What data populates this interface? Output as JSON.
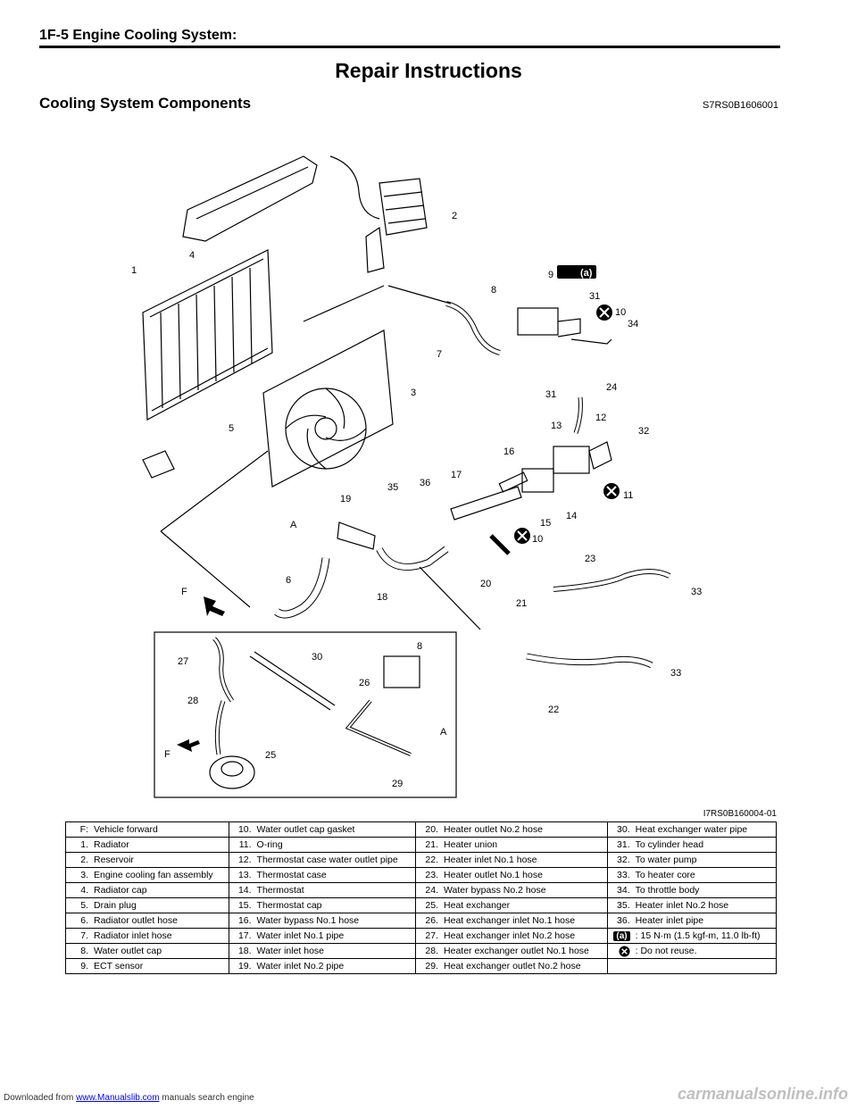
{
  "header": {
    "section_title": "1F-5   Engine Cooling System:"
  },
  "page_title": "Repair Instructions",
  "section": {
    "title": "Cooling System Components",
    "code": "S7RS0B1606001"
  },
  "figure": {
    "id": "I7RS0B160004-01",
    "callouts": [
      "1",
      "2",
      "3",
      "4",
      "5",
      "6",
      "7",
      "8",
      "9",
      "10",
      "31",
      "34",
      "24",
      "31",
      "12",
      "32",
      "13",
      "16",
      "17",
      "36",
      "35",
      "11",
      "19",
      "14",
      "15",
      "10",
      "A",
      "23",
      "20",
      "21",
      "33",
      "F",
      "18",
      "8",
      "27",
      "30",
      "26",
      "28",
      "A",
      "22",
      "33",
      "F",
      "25",
      "29"
    ],
    "torque_label": "(a)"
  },
  "legend": {
    "rows": [
      [
        [
          "F:",
          "Vehicle forward"
        ],
        [
          "10.",
          "Water outlet cap gasket"
        ],
        [
          "20.",
          "Heater outlet No.2 hose"
        ],
        [
          "30.",
          "Heat exchanger water pipe"
        ]
      ],
      [
        [
          "1.",
          "Radiator"
        ],
        [
          "11.",
          "O-ring"
        ],
        [
          "21.",
          "Heater union"
        ],
        [
          "31.",
          "To cylinder head"
        ]
      ],
      [
        [
          "2.",
          "Reservoir"
        ],
        [
          "12.",
          "Thermostat case water outlet pipe"
        ],
        [
          "22.",
          "Heater inlet No.1 hose"
        ],
        [
          "32.",
          "To water pump"
        ]
      ],
      [
        [
          "3.",
          "Engine cooling fan assembly"
        ],
        [
          "13.",
          "Thermostat case"
        ],
        [
          "23.",
          "Heater outlet No.1 hose"
        ],
        [
          "33.",
          "To heater core"
        ]
      ],
      [
        [
          "4.",
          "Radiator cap"
        ],
        [
          "14.",
          "Thermostat"
        ],
        [
          "24.",
          "Water bypass No.2 hose"
        ],
        [
          "34.",
          "To throttle body"
        ]
      ],
      [
        [
          "5.",
          "Drain plug"
        ],
        [
          "15.",
          "Thermostat cap"
        ],
        [
          "25.",
          "Heat exchanger"
        ],
        [
          "35.",
          "Heater inlet No.2 hose"
        ]
      ],
      [
        [
          "6.",
          "Radiator outlet hose"
        ],
        [
          "16.",
          "Water bypass No.1 hose"
        ],
        [
          "26.",
          "Heat exchanger inlet No.1 hose"
        ],
        [
          "36.",
          "Heater inlet pipe"
        ]
      ],
      [
        [
          "7.",
          "Radiator inlet hose"
        ],
        [
          "17.",
          "Water inlet No.1 pipe"
        ],
        [
          "27.",
          "Heat exchanger inlet No.2 hose"
        ],
        [
          "(a)",
          ":  15 N·m (1.5 kgf-m, 11.0 lb-ft)"
        ]
      ],
      [
        [
          "8.",
          "Water outlet cap"
        ],
        [
          "18.",
          "Water inlet hose"
        ],
        [
          "28.",
          "Heater exchanger outlet No.1 hose"
        ],
        [
          "",
          ":  Do not reuse."
        ]
      ],
      [
        [
          "9.",
          "ECT sensor"
        ],
        [
          "19.",
          "Water inlet No.2 pipe"
        ],
        [
          "29.",
          "Heat exchanger outlet No.2 hose"
        ],
        [
          "",
          ""
        ]
      ]
    ]
  },
  "footer": {
    "prefix": "Downloaded from ",
    "link": "www.Manualslib.com",
    "suffix": "  manuals search engine"
  },
  "watermark": "carmanualsonline.info"
}
